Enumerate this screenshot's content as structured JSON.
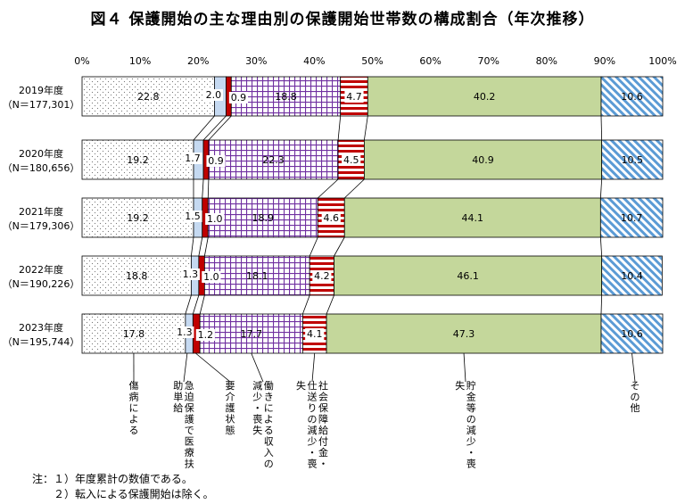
{
  "title": "図４ 保護開始の主な理由別の保護開始世帯数の構成割合（年次推移）",
  "notes": [
    "注：１）年度累計の数値である。",
    "　　２）転入による保護開始は除く。"
  ],
  "chart_data": {
    "type": "bar",
    "orientation": "horizontal",
    "stacked": "percent",
    "xlim": [
      0,
      100
    ],
    "x_ticks": [
      "0%",
      "10%",
      "20%",
      "30%",
      "40%",
      "50%",
      "60%",
      "70%",
      "80%",
      "90%",
      "100%"
    ],
    "rows": [
      {
        "year": "2019年度",
        "n": "（N＝177,301）"
      },
      {
        "year": "2020年度",
        "n": "（N＝180,656）"
      },
      {
        "year": "2021年度",
        "n": "（N＝179,306）"
      },
      {
        "year": "2022年度",
        "n": "（N＝190,226）"
      },
      {
        "year": "2023年度",
        "n": "（N＝195,744）"
      }
    ],
    "series": [
      {
        "name": "傷病による",
        "values": [
          22.8,
          19.2,
          19.2,
          18.8,
          17.8
        ],
        "color": "#ffffff",
        "pattern": "dots"
      },
      {
        "name": "急迫保護で医療扶助単給",
        "values": [
          2.0,
          1.7,
          1.5,
          1.3,
          1.3
        ],
        "color": "#c5d9f1",
        "pattern": "solid"
      },
      {
        "name": "要介護状態",
        "values": [
          0.9,
          0.9,
          1.0,
          1.0,
          1.2
        ],
        "color": "#c00000",
        "pattern": "solid"
      },
      {
        "name": "働きによる収入の減少・喪失",
        "values": [
          18.8,
          22.3,
          18.9,
          18.1,
          17.7
        ],
        "color": "#7030a0",
        "pattern": "grid"
      },
      {
        "name": "社会保障給付金・仕送りの減少・喪失",
        "values": [
          4.7,
          4.5,
          4.6,
          4.2,
          4.1
        ],
        "color": "#c00000",
        "pattern": "hstripes"
      },
      {
        "name": "貯金等の減少・喪失",
        "values": [
          40.2,
          40.9,
          44.1,
          46.1,
          47.3
        ],
        "color": "#c4d79b",
        "pattern": "solid"
      },
      {
        "name": "その他",
        "values": [
          10.6,
          10.5,
          10.7,
          10.4,
          10.6
        ],
        "color": "#5b9bd5",
        "pattern": "diag"
      }
    ]
  }
}
